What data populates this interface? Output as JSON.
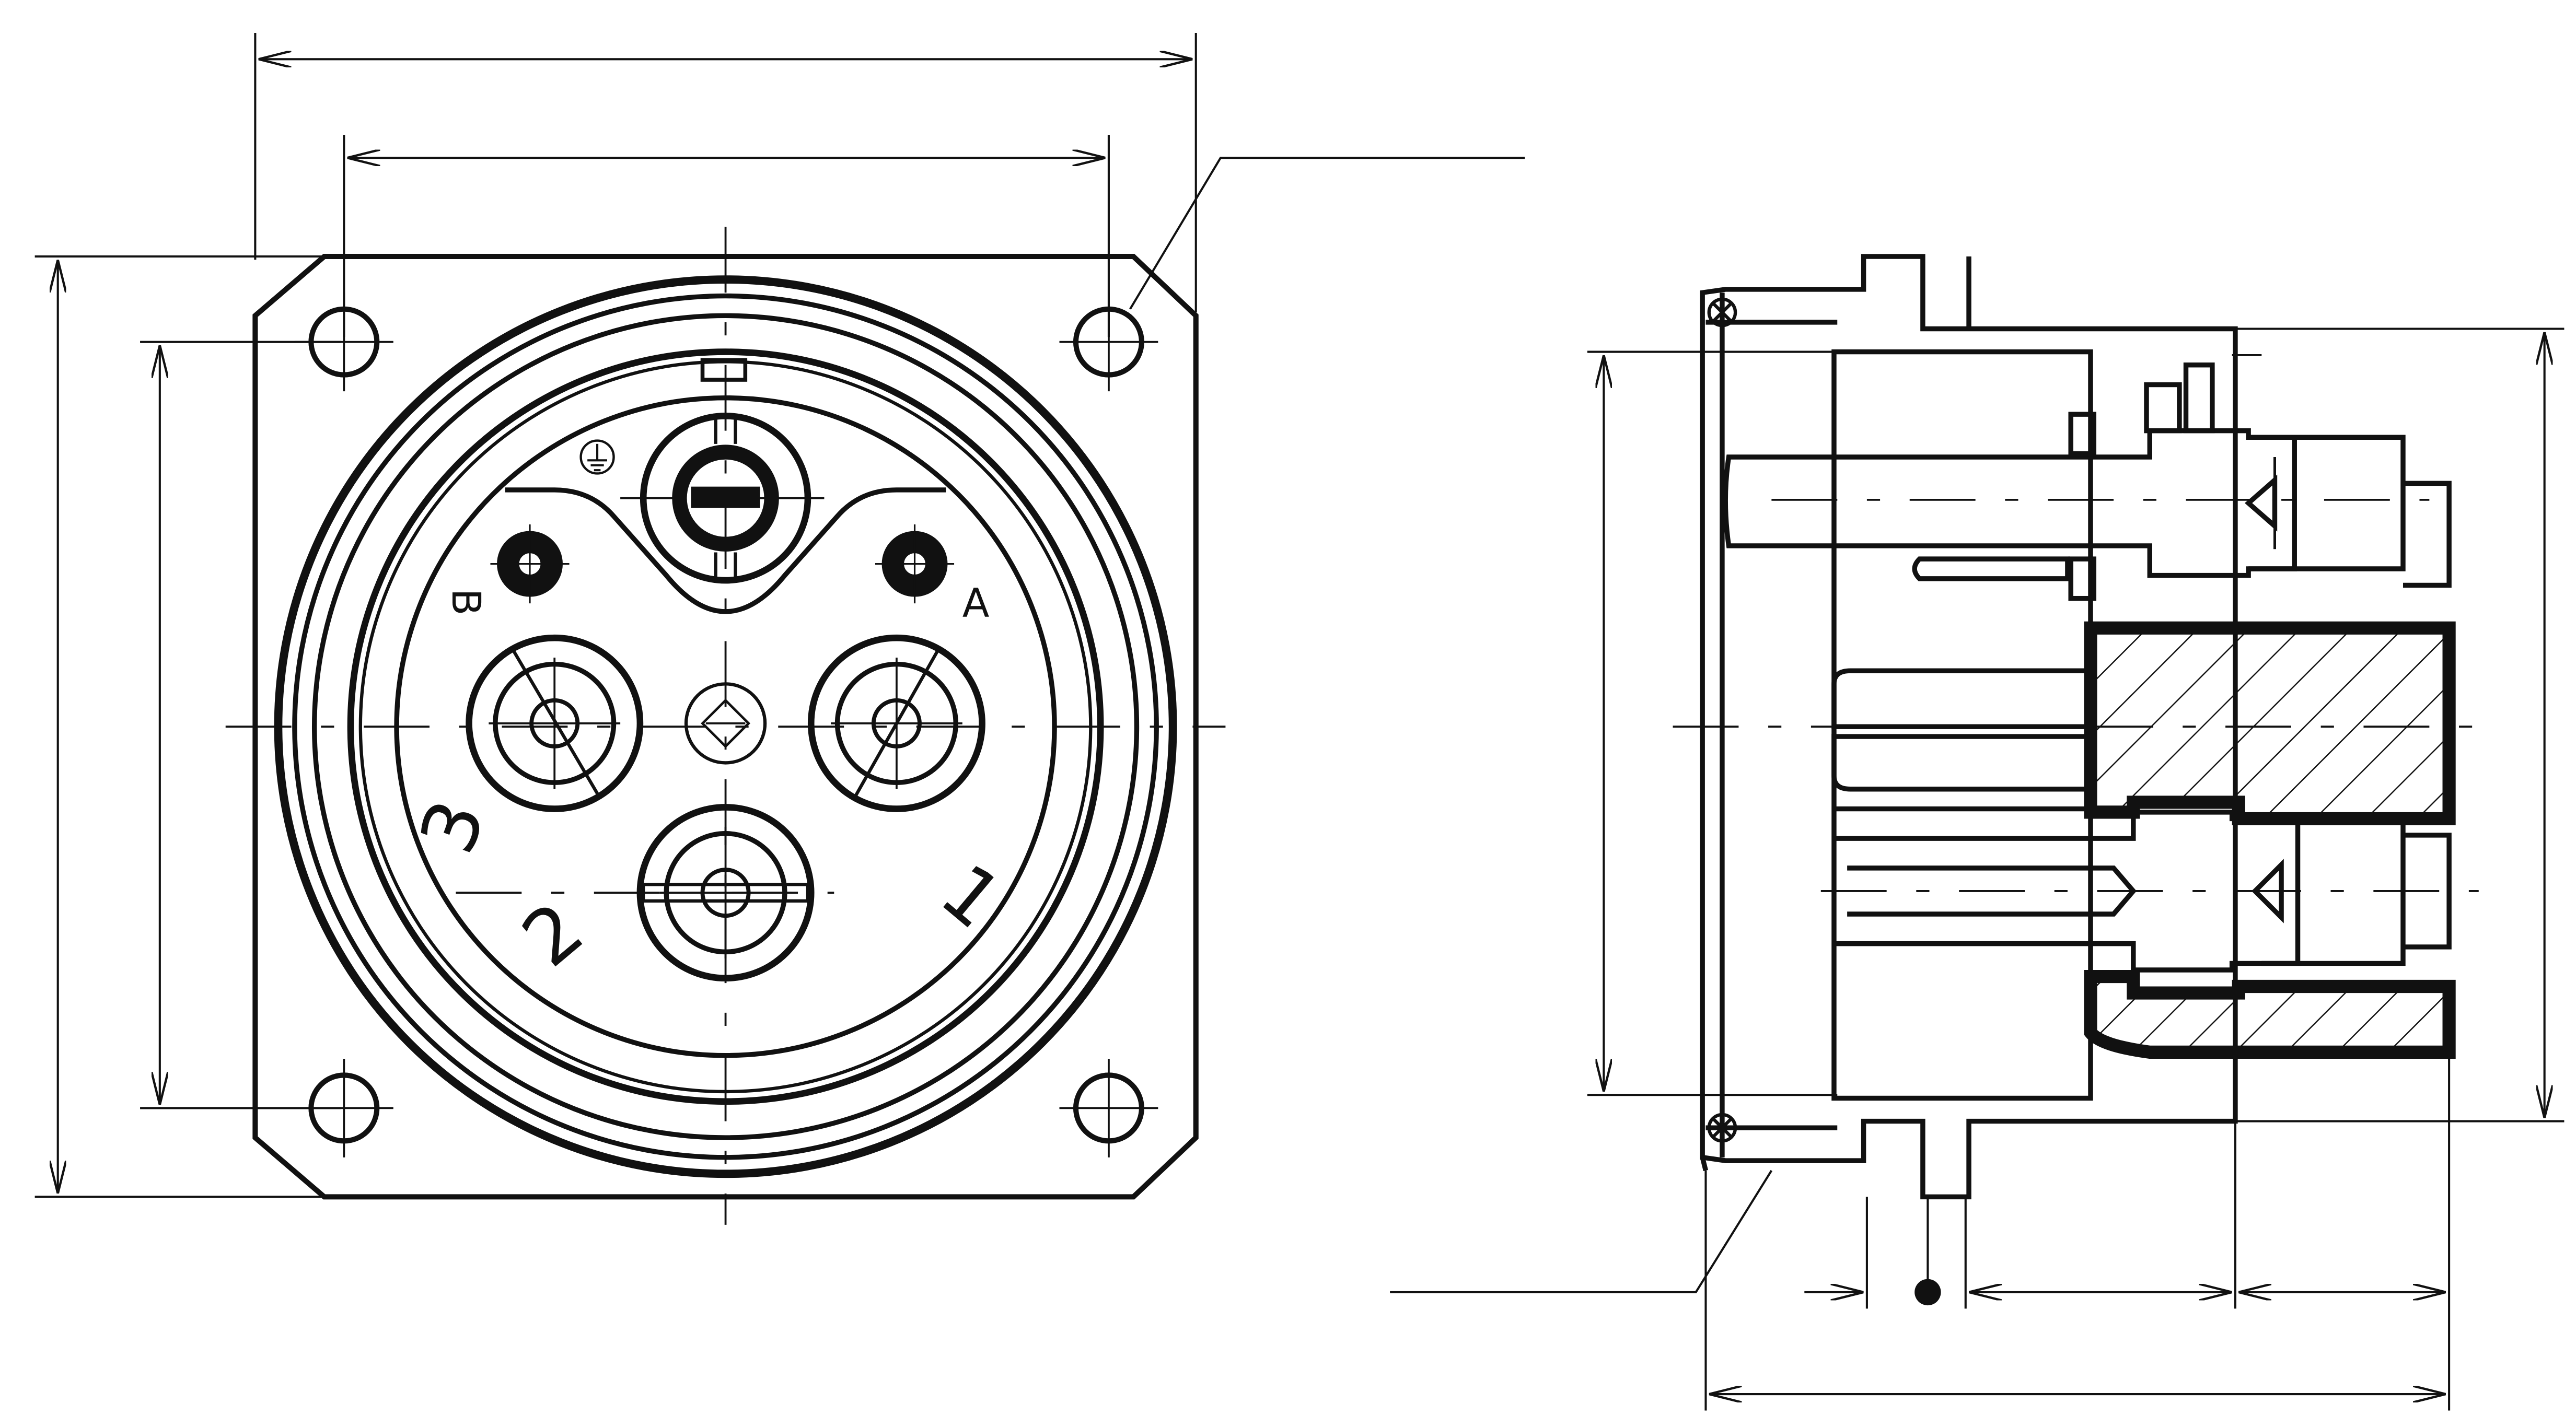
{
  "diagram": {
    "front_view": {
      "contacts": [
        {
          "label": "1"
        },
        {
          "label": "2"
        },
        {
          "label": "3"
        }
      ],
      "aux_contacts": [
        {
          "label": "A"
        },
        {
          "label": "B"
        }
      ],
      "earth_symbol": "ground-icon"
    },
    "colors": {
      "line": "#111111",
      "background": "#ffffff"
    }
  }
}
